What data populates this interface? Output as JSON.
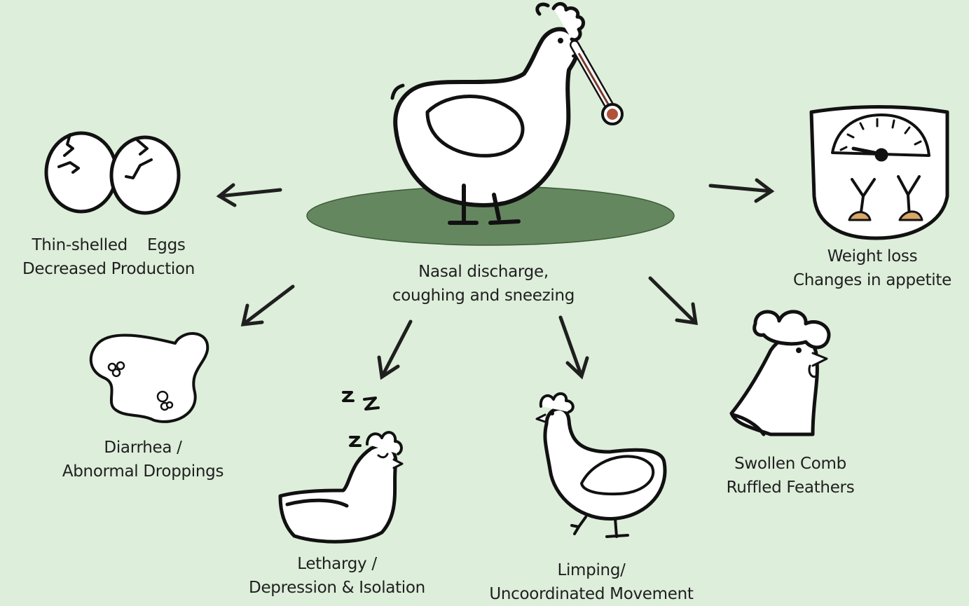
{
  "diagram": {
    "center": {
      "line1": "Nasal discharge,",
      "line2": "coughing and sneezing"
    },
    "symptoms": [
      {
        "line1": "Thin-shelled    Eggs",
        "line2": "Decreased Production"
      },
      {
        "line1": "Weight loss",
        "line2": "Changes in appetite"
      },
      {
        "line1": "Diarrhea  /",
        "line2": "Abnormal Droppings"
      },
      {
        "line1": "Lethargy /",
        "line2": "Depression & Isolation"
      },
      {
        "line1": "Limping/",
        "line2": "Uncoordinated Movement"
      },
      {
        "line1": "Swollen Comb",
        "line2": "Ruffled Feathers"
      }
    ],
    "sleep_letters": "z z",
    "colors": {
      "background": "#ddeeda",
      "ground": "#65875f",
      "thermometer": "#7a3a2a",
      "outline": "#111111"
    }
  }
}
